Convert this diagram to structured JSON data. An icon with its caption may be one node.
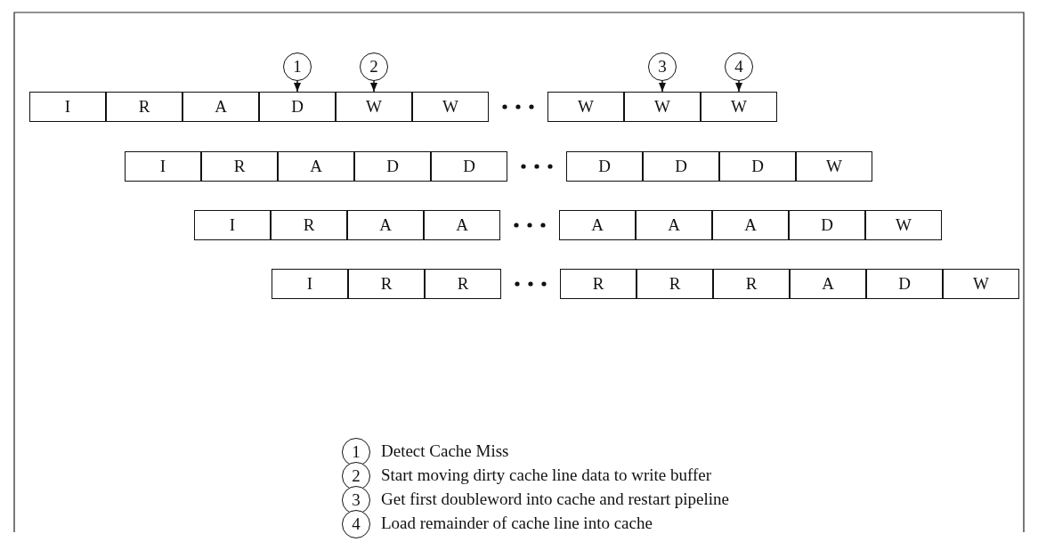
{
  "diagram": {
    "nodes": [
      {
        "text": [
          "1"
        ]
      },
      {
        "text": [
          "2"
        ]
      },
      {
        "text": [
          "3"
        ]
      },
      {
        "text": [
          "4"
        ]
      },
      {
        "text": [
          "I"
        ]
      },
      {
        "text": [
          "R"
        ]
      },
      {
        "text": [
          "A"
        ]
      },
      {
        "text": [
          "D"
        ]
      },
      {
        "text": [
          "W"
        ]
      },
      {
        "text": [
          "W"
        ]
      },
      {
        "text": [
          "W"
        ]
      },
      {
        "text": [
          "W"
        ]
      },
      {
        "text": [
          "W"
        ]
      },
      {
        "text": [
          "I"
        ]
      },
      {
        "text": [
          "R"
        ]
      },
      {
        "text": [
          "A"
        ]
      },
      {
        "text": [
          "D"
        ]
      },
      {
        "text": [
          "D"
        ]
      },
      {
        "text": [
          "D"
        ]
      },
      {
        "text": [
          "D"
        ]
      },
      {
        "text": [
          "D"
        ]
      },
      {
        "text": [
          "W"
        ]
      },
      {
        "text": [
          "I"
        ]
      },
      {
        "text": [
          "R"
        ]
      },
      {
        "text": [
          "A"
        ]
      },
      {
        "text": [
          "A"
        ]
      },
      {
        "text": [
          "A"
        ]
      },
      {
        "text": [
          "A"
        ]
      },
      {
        "text": [
          "A"
        ]
      },
      {
        "text": [
          "D"
        ]
      },
      {
        "text": [
          "W"
        ]
      },
      {
        "text": [
          "I"
        ]
      },
      {
        "text": [
          "R"
        ]
      },
      {
        "text": [
          "R"
        ]
      },
      {
        "text": [
          "R"
        ]
      },
      {
        "text": [
          "R"
        ]
      },
      {
        "text": [
          "R"
        ]
      },
      {
        "text": [
          "A"
        ]
      },
      {
        "text": [
          "D"
        ]
      },
      {
        "text": [
          "W"
        ]
      },
      {
        "text": [
          "1"
        ],
        "beside": [
          "Detect Cache Miss"
        ]
      },
      {
        "text": [
          "2"
        ],
        "beside": [
          "Start moving dirty cache line data to write buffer"
        ]
      },
      {
        "text": [
          "3"
        ],
        "beside": [
          "Get first doubleword into cache and restart pipeline"
        ]
      },
      {
        "text": [
          "4"
        ],
        "beside": [
          "Load remainder of cache line into cache"
        ]
      }
    ],
    "edges": [
      {
        "from": 0,
        "to": 7,
        "arrow": "to"
      },
      {
        "from": 1,
        "to": 8,
        "arrow": "to"
      },
      {
        "from": 2,
        "to": 11,
        "arrow": "to"
      },
      {
        "from": 3,
        "to": 12,
        "arrow": "to"
      }
    ]
  }
}
